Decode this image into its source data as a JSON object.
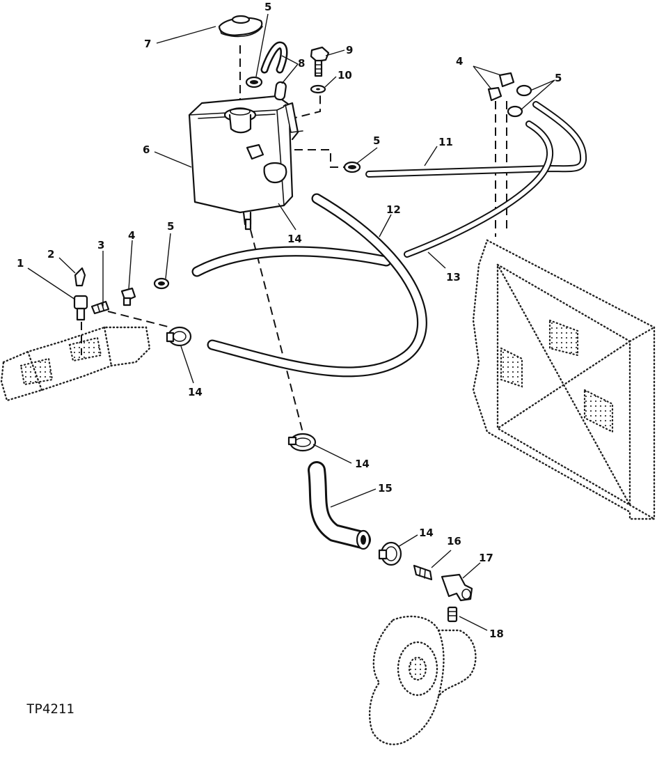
{
  "figure_code": "TP4211",
  "callouts": [
    {
      "id": "c1",
      "text": "1"
    },
    {
      "id": "c2",
      "text": "2"
    },
    {
      "id": "c3",
      "text": "3"
    },
    {
      "id": "c4a",
      "text": "4"
    },
    {
      "id": "c4b",
      "text": "4"
    },
    {
      "id": "c5a",
      "text": "5"
    },
    {
      "id": "c5b",
      "text": "5"
    },
    {
      "id": "c5c",
      "text": "5"
    },
    {
      "id": "c5d",
      "text": "5"
    },
    {
      "id": "c6",
      "text": "6"
    },
    {
      "id": "c7",
      "text": "7"
    },
    {
      "id": "c8",
      "text": "8"
    },
    {
      "id": "c9",
      "text": "9"
    },
    {
      "id": "c10",
      "text": "10"
    },
    {
      "id": "c11",
      "text": "11"
    },
    {
      "id": "c12",
      "text": "12"
    },
    {
      "id": "c13",
      "text": "13"
    },
    {
      "id": "c14a",
      "text": "14"
    },
    {
      "id": "c14b",
      "text": "14"
    },
    {
      "id": "c14c",
      "text": "14"
    },
    {
      "id": "c14d",
      "text": "14"
    },
    {
      "id": "c15",
      "text": "15"
    },
    {
      "id": "c16",
      "text": "16"
    },
    {
      "id": "c17",
      "text": "17"
    },
    {
      "id": "c18",
      "text": "18"
    }
  ]
}
